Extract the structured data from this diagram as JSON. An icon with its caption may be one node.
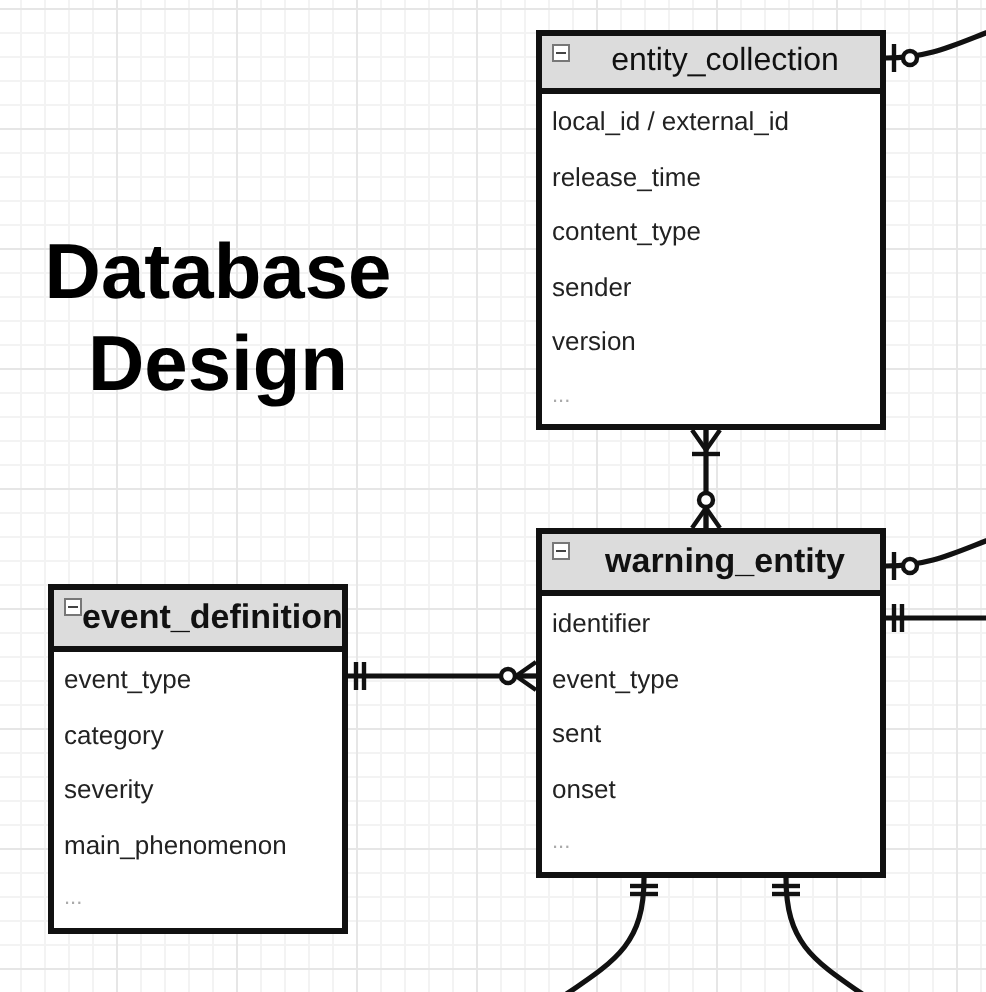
{
  "diagram": {
    "title": "Database Design",
    "nodes": [
      {
        "text": [
          "entity_collection",
          "local_id / external_id",
          "release_time",
          "content_type",
          "sender",
          "version",
          "..."
        ]
      },
      {
        "text": [
          "warning_entity",
          "identifier",
          "event_type",
          "sent",
          "onset",
          "..."
        ]
      },
      {
        "text": [
          "event_definition",
          "event_type",
          "category",
          "severity",
          "main_phenomenon",
          "..."
        ]
      }
    ],
    "edges": [
      {
        "from": 0,
        "to": 1,
        "arrow": "other"
      },
      {
        "from": 2,
        "to": 1,
        "arrow": "other"
      },
      {
        "from": 0,
        "to": null,
        "arrow": "other"
      },
      {
        "from": 1,
        "to": null,
        "arrow": "other"
      },
      {
        "from": 1,
        "to": null,
        "arrow": "other"
      },
      {
        "from": 1,
        "to": null,
        "arrow": "other"
      },
      {
        "from": 1,
        "to": null,
        "arrow": "other"
      }
    ]
  }
}
